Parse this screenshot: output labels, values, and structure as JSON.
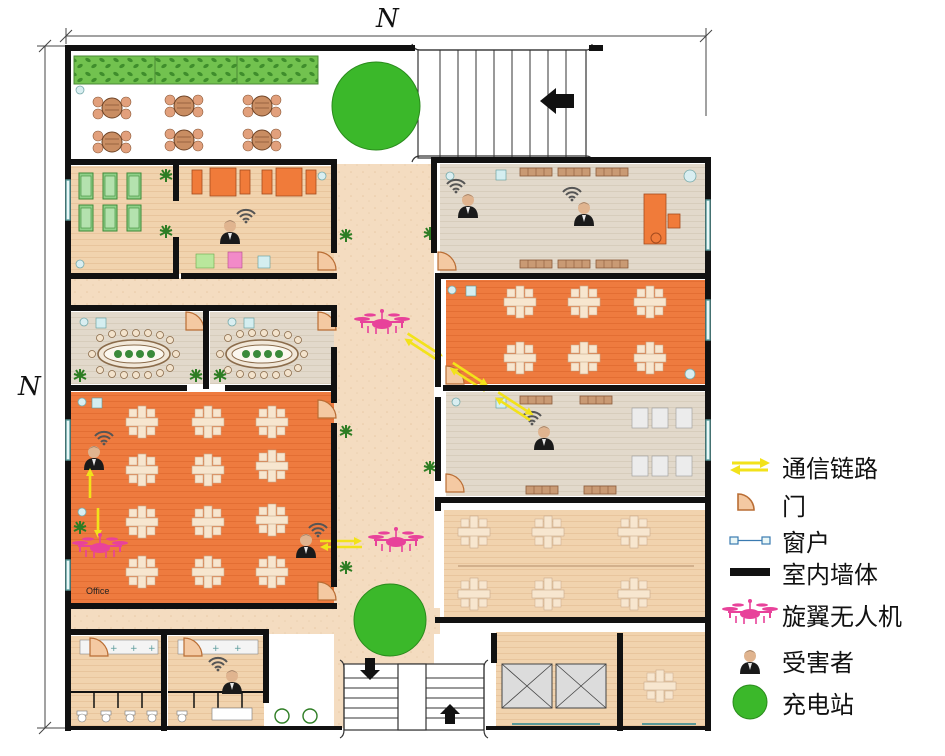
{
  "diagram": {
    "dimension_top": "N",
    "dimension_left": "N",
    "room_label": "Office"
  },
  "legend": [
    {
      "id": "link",
      "label": "通信链路",
      "icon": "comm-link-arrows"
    },
    {
      "id": "door",
      "label": "门",
      "icon": "door-swing"
    },
    {
      "id": "window",
      "label": "窗户",
      "icon": "window"
    },
    {
      "id": "wall",
      "label": "室内墙体",
      "icon": "wall-bar"
    },
    {
      "id": "uav",
      "label": "旋翼无人机",
      "icon": "rotor-drone"
    },
    {
      "id": "victim",
      "label": "受害者",
      "icon": "victim-person"
    },
    {
      "id": "station",
      "label": "充电站",
      "icon": "charging-station"
    }
  ],
  "colors": {
    "wall": "#111111",
    "corridor": "#f3dcc0",
    "orange_floor": "#ee7a3e",
    "wood_floor": "#f2d2ad",
    "grey_floor": "#ded6c8",
    "drone": "#e8429a",
    "link": "#f2e21a",
    "station": "#3bb82a",
    "hedge": "#6bc04a"
  }
}
